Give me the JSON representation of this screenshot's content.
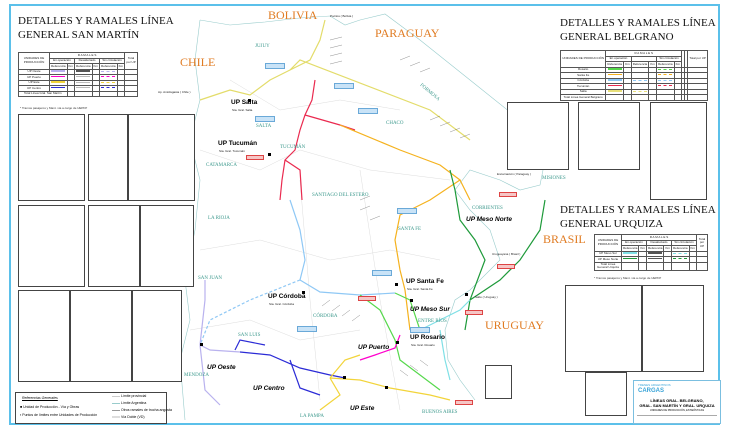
{
  "titles": {
    "san_martin": [
      "DETALLES Y RAMALES LÍNEA",
      "GENERAL SAN MARTÍN"
    ],
    "belgrano": [
      "DETALLES Y RAMALES LÍNEA",
      "GENERAL BELGRANO"
    ],
    "urquiza": [
      "DETALLES Y RAMALES LÍNEA",
      "GENERAL URQUIZA"
    ]
  },
  "countries": [
    "BOLIVIA",
    "PARAGUAY",
    "CHILE",
    "BRASIL",
    "URUGUAY"
  ],
  "provinces": [
    "JUJUY",
    "SALTA",
    "TUCUMÁN",
    "CATAMARCA",
    "FORMOSA",
    "CHACO",
    "SANTIAGO DEL ESTERO",
    "LA RIOJA",
    "CORRIENTES",
    "MISIONES",
    "SANTA FE",
    "SAN JUAN",
    "CÓRDOBA",
    "ENTRE RÍOS",
    "SAN LUIS",
    "MENDOZA",
    "LA PAMPA",
    "BUENOS AIRES"
  ],
  "production_units": [
    {
      "label": "UP Salta",
      "sub": "Sta. Gral. Salta"
    },
    {
      "label": "UP Tucumán",
      "sub": "Sta. Gral. Tucumán"
    },
    {
      "label": "UP Córdoba",
      "sub": "Sta. Gral. Córdoba"
    },
    {
      "label": "UP Santa Fe",
      "sub": "Sta. Gral. Santa Fe"
    },
    {
      "label": "UP Meso Sur",
      "sub": ""
    },
    {
      "label": "UP Rosario",
      "sub": "Sta. Gral. Rosario"
    },
    {
      "label": "UP Puerto",
      "sub": ""
    },
    {
      "label": "UP Oeste",
      "sub": ""
    },
    {
      "label": "UP Centro",
      "sub": ""
    },
    {
      "label": "UP Este",
      "sub": ""
    },
    {
      "label": "UP Meso Norte",
      "sub": ""
    }
  ],
  "border_points": [
    "Pocitos ( Bolivia )",
    "Ap. Antofagasta ( Chile )",
    "Encarnación ( Paraguay )",
    "Uruguayana ( Brasil )",
    "Salto ( Uruguay )"
  ],
  "tables": {
    "headers": {
      "units": "UNIDADES DE PRODUCCIÓN",
      "ramales": "R A M A L E S",
      "in_operation": "En operación",
      "decommissioned": "Desafectado",
      "no_traffic": "Sin circulación",
      "reference": "Referencia",
      "km": "Km",
      "total": "Total por UP"
    },
    "san_martin": {
      "rows": [
        {
          "unit": "UP Oeste",
          "color": "#b9b2ee"
        },
        {
          "unit": "UP Puerto",
          "color": "#ff00cc"
        },
        {
          "unit": "UP Este",
          "color": "#f2d43a"
        },
        {
          "unit": "UP Centro",
          "color": "#2b2bd6"
        }
      ],
      "total": "Total Línea Gral. San Martín",
      "note": "* Tramos pasajeros y Mant. vía a cargo de UEPFP"
    },
    "belgrano": {
      "rows": [
        {
          "unit": "Rosario",
          "color": "#56d84c"
        },
        {
          "unit": "Santa Fe",
          "color": "#f5b21e"
        },
        {
          "unit": "Córdoba",
          "color": "#8fc8f5"
        },
        {
          "unit": "Tucumán",
          "color": "#ea2a4f"
        },
        {
          "unit": "Salta",
          "color": "#e8e07a"
        }
      ],
      "total": "Total Línea General Belgrano"
    },
    "urquiza": {
      "rows": [
        {
          "unit": "UP Meso Sur",
          "color": "#7fe0e6"
        },
        {
          "unit": "UP Meso Norte",
          "color": "#1e9a3a"
        }
      ],
      "total": "Total Línea General Urquiza",
      "note": "* Tramos pasajeros y Mant. vía a cargo de UEPFP"
    }
  },
  "legend": {
    "title": "Referencias Generales",
    "items": [
      "Unidad de Producción - Vía y Obras",
      "Puntos de límites entre Unidades de Producción"
    ],
    "lines": [
      "Límite provincial",
      "Límite Argentina",
      "Otros ramales de trocha angosta",
      "Vía Doble (VD)"
    ]
  },
  "title_block": {
    "brand_top": "TRENES ARGENTINOS",
    "brand": "CARGAS",
    "line1": "LÍNEAS GRAL. BELGRANO,",
    "line2": "GRAL. SAN MARTÍN Y GRAL. URQUIZA",
    "line3": "UNIDADES DE PRODUCCIÓN, ESTADÍSTICAS",
    "colors": {
      "brand": "#3aa4d8",
      "frame": "#5bc0ea",
      "country": "#e07b22",
      "province": "#3f9a8e"
    }
  }
}
